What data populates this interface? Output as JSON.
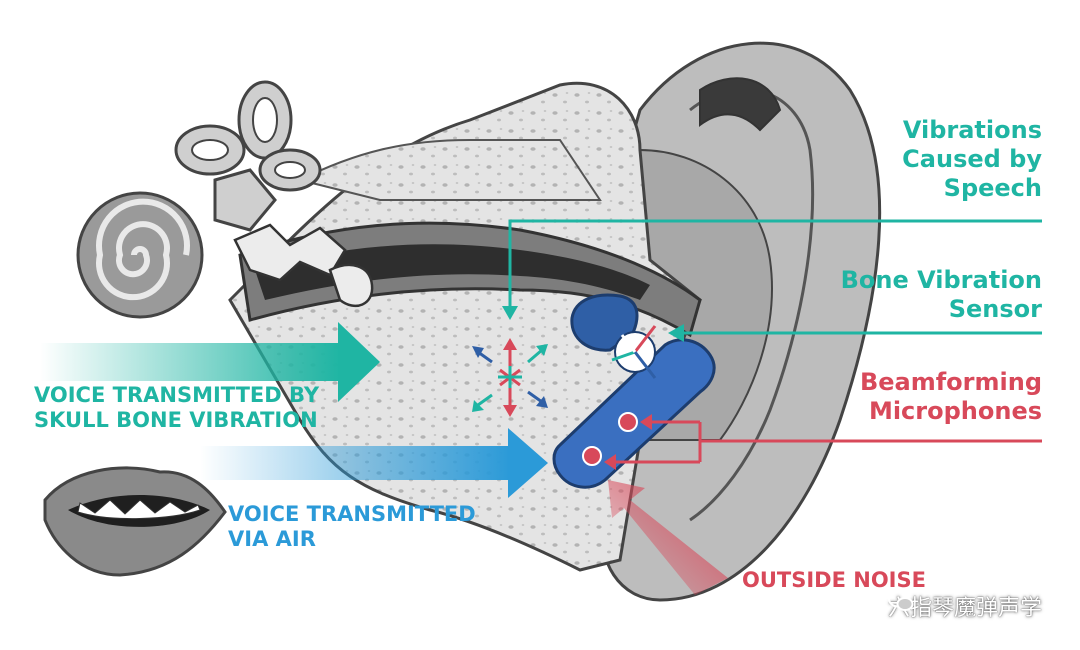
{
  "labels": {
    "vibrations": [
      "Vibrations",
      "Caused by",
      "Speech"
    ],
    "bone_sensor": [
      "Bone Vibration",
      "Sensor"
    ],
    "beamforming": [
      "Beamforming",
      "Microphones"
    ],
    "skull": [
      "VOICE TRANSMITTED BY",
      "SKULL BONE VIBRATION"
    ],
    "air": [
      "VOICE TRANSMITTED",
      "VIA AIR"
    ],
    "noise": "OUTSIDE NOISE",
    "watermark": "六指琴魔弹声学"
  },
  "colors": {
    "teal": "#1fb5a3",
    "red": "#d8495a",
    "blue": "#2b9ad8",
    "device": "#2f5fa6",
    "bone": "#e6e6e6",
    "gray": "#8c8c8c"
  },
  "icons": [
    "wechat-icon",
    "ear-illustration"
  ]
}
